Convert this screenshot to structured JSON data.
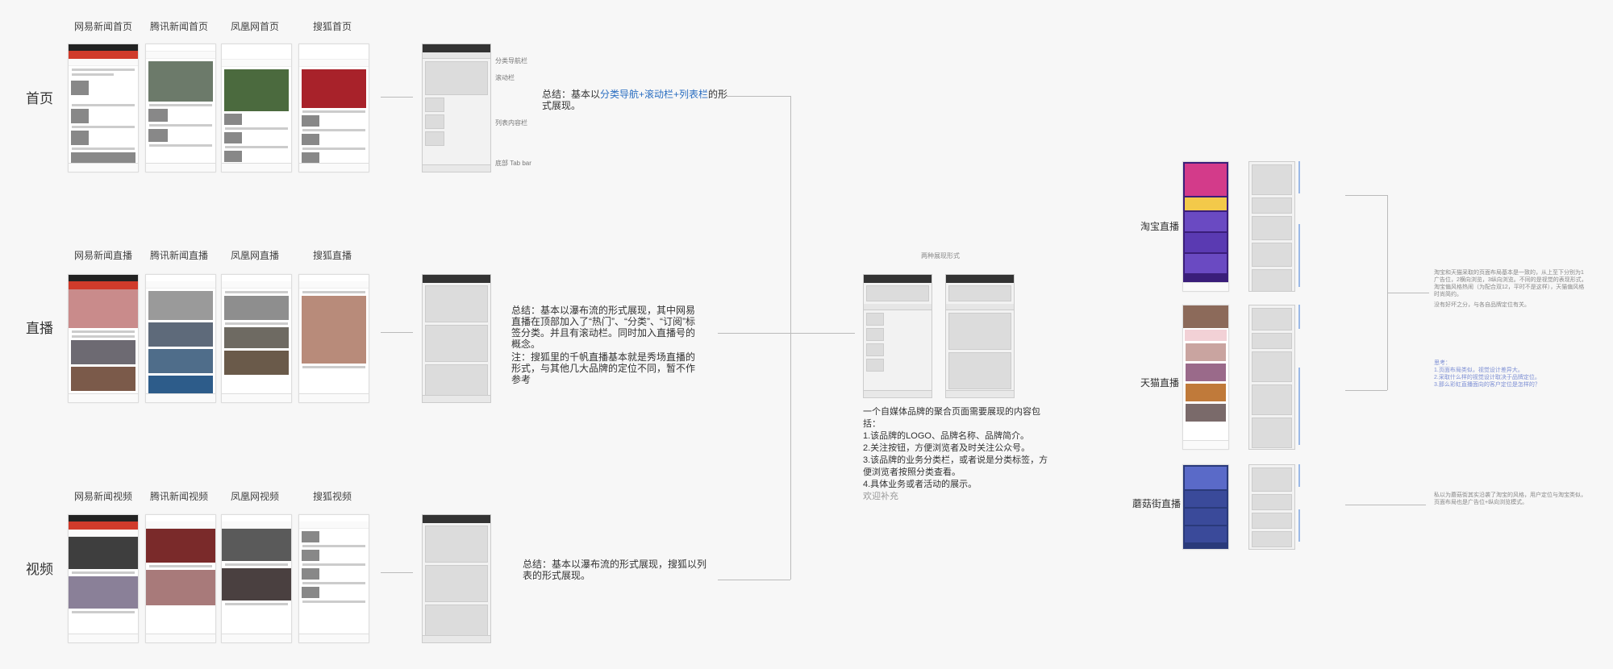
{
  "rows": {
    "home": "首页",
    "live": "直播",
    "video": "视频"
  },
  "captions": {
    "home": [
      "网易新闻首页",
      "腾讯新闻首页",
      "凤凰网首页",
      "搜狐首页"
    ],
    "live": [
      "网易新闻直播",
      "腾讯新闻直播",
      "凤凰网直播",
      "搜狐直播"
    ],
    "video": [
      "网易新闻视频",
      "腾讯新闻视频",
      "凤凰网视频",
      "搜狐视频"
    ]
  },
  "home_wire_notes": [
    "分类导航栏",
    "滚动栏",
    "列表内容栏",
    "底部 Tab bar"
  ],
  "summaries": {
    "home_prefix": "总结：基本以",
    "home_highlight": "分类导航+滚动栏+列表栏",
    "home_suffix": "的形式展现。",
    "live": "总结：基本以瀑布流的形式展现，其中网易直播在顶部加入了“热门”、“分类”、“订阅”标签分类。并且有滚动栏。同时加入直播号的概念。",
    "live_note": "注：搜狐里的千帆直播基本就是秀场直播的形式，与其他几大品牌的定位不同，暂不作参考",
    "video": "总结：基本以瀑布流的形式展现，搜狐以列表的形式展现。"
  },
  "center": {
    "title": "两种展现形式",
    "text_lines": [
      "一个自媒体品牌的聚合页面需要展现的内容包括：",
      "1.该品牌的LOGO、品牌名称、品牌简介。",
      "2.关注按钮，方便浏览者及时关注公众号。",
      "3.该品牌的业务分类栏，或者说是分类标签，方便浏览者按照分类查看。",
      "4.具体业务或者活动的展示。"
    ],
    "add_more": "欢迎补充"
  },
  "right": {
    "labels": [
      "淘宝直播",
      "天猫直播",
      "蘑菇街直播"
    ],
    "note1": "淘宝和天猫采取的页面布局基本是一致的，从上至下分别为1广告位，2横向浏览，3纵向浏览。不同的是视觉的表现形式，淘宝偏风格热闹（为配合双12，平时不是这样），天猫偏风格时尚简约。",
    "note2": "没有好坏之分，与各自品牌定位有关。",
    "questions_title": "思考：",
    "questions": [
      "1.页面布局类似，视觉设计差异大。",
      "2.采取什么样的视觉设计取决于品牌定位。",
      "3.那么彩虹直播面向的客户定位是怎样的？"
    ],
    "note3": "私以为蘑菇街其实沿袭了淘宝的风格，用户定位与淘宝类似，页面布局也是广告位+纵向浏览模式。"
  },
  "colors": {
    "accent_red": "#d03b2b",
    "highlight_blue": "#2a6ec1",
    "taobao_purple": "#3a1e7a"
  }
}
